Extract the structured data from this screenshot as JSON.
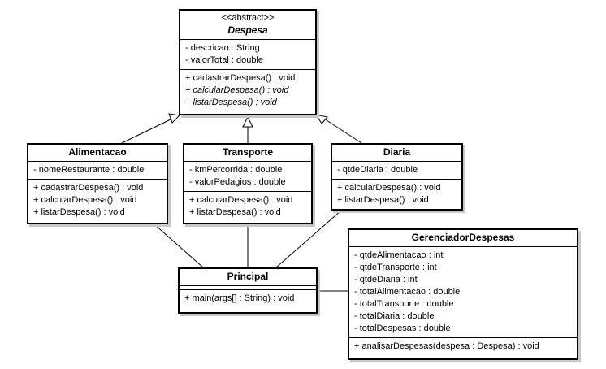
{
  "classes": {
    "despesa": {
      "stereotype": "<<abstract>>",
      "name": "Despesa",
      "attributes": [
        "- descricao : String",
        "- valorTotal : double"
      ],
      "methods": [
        "+ cadastrarDespesa() : void",
        "+ calcularDespesa() : void",
        "+ listarDespesa() : void"
      ]
    },
    "alimentacao": {
      "name": "Alimentacao",
      "attributes": [
        "- nomeRestaurante : double"
      ],
      "methods": [
        "+ cadastrarDespesa() : void",
        "+ calcularDespesa() : void",
        "+ listarDespesa() : void"
      ]
    },
    "transporte": {
      "name": "Transporte",
      "attributes": [
        "- kmPercorrida : double",
        "- valorPedagios : double"
      ],
      "methods": [
        "+ calcularDespesa() : void",
        "+ listarDespesa() : void"
      ]
    },
    "diaria": {
      "name": "Diaria",
      "attributes": [
        "- qtdeDiaria : double"
      ],
      "methods": [
        "+ calcularDespesa() : void",
        "+ listarDespesa() : void"
      ]
    },
    "principal": {
      "name": "Principal",
      "methods": [
        "+ main(args[] : String) : void"
      ]
    },
    "gerenciador": {
      "name": "GerenciadorDespesas",
      "attributes": [
        "- qtdeAlimentacao : int",
        "- qtdeTransporte : int",
        "- qtdeDiaria : int",
        "- totalAlimentacao : double",
        "- totalTransporte : double",
        "- totalDiaria : double",
        "- totalDespesas : double"
      ],
      "methods": [
        "+ analisarDespesas(despesa : Despesa) : void"
      ]
    }
  }
}
